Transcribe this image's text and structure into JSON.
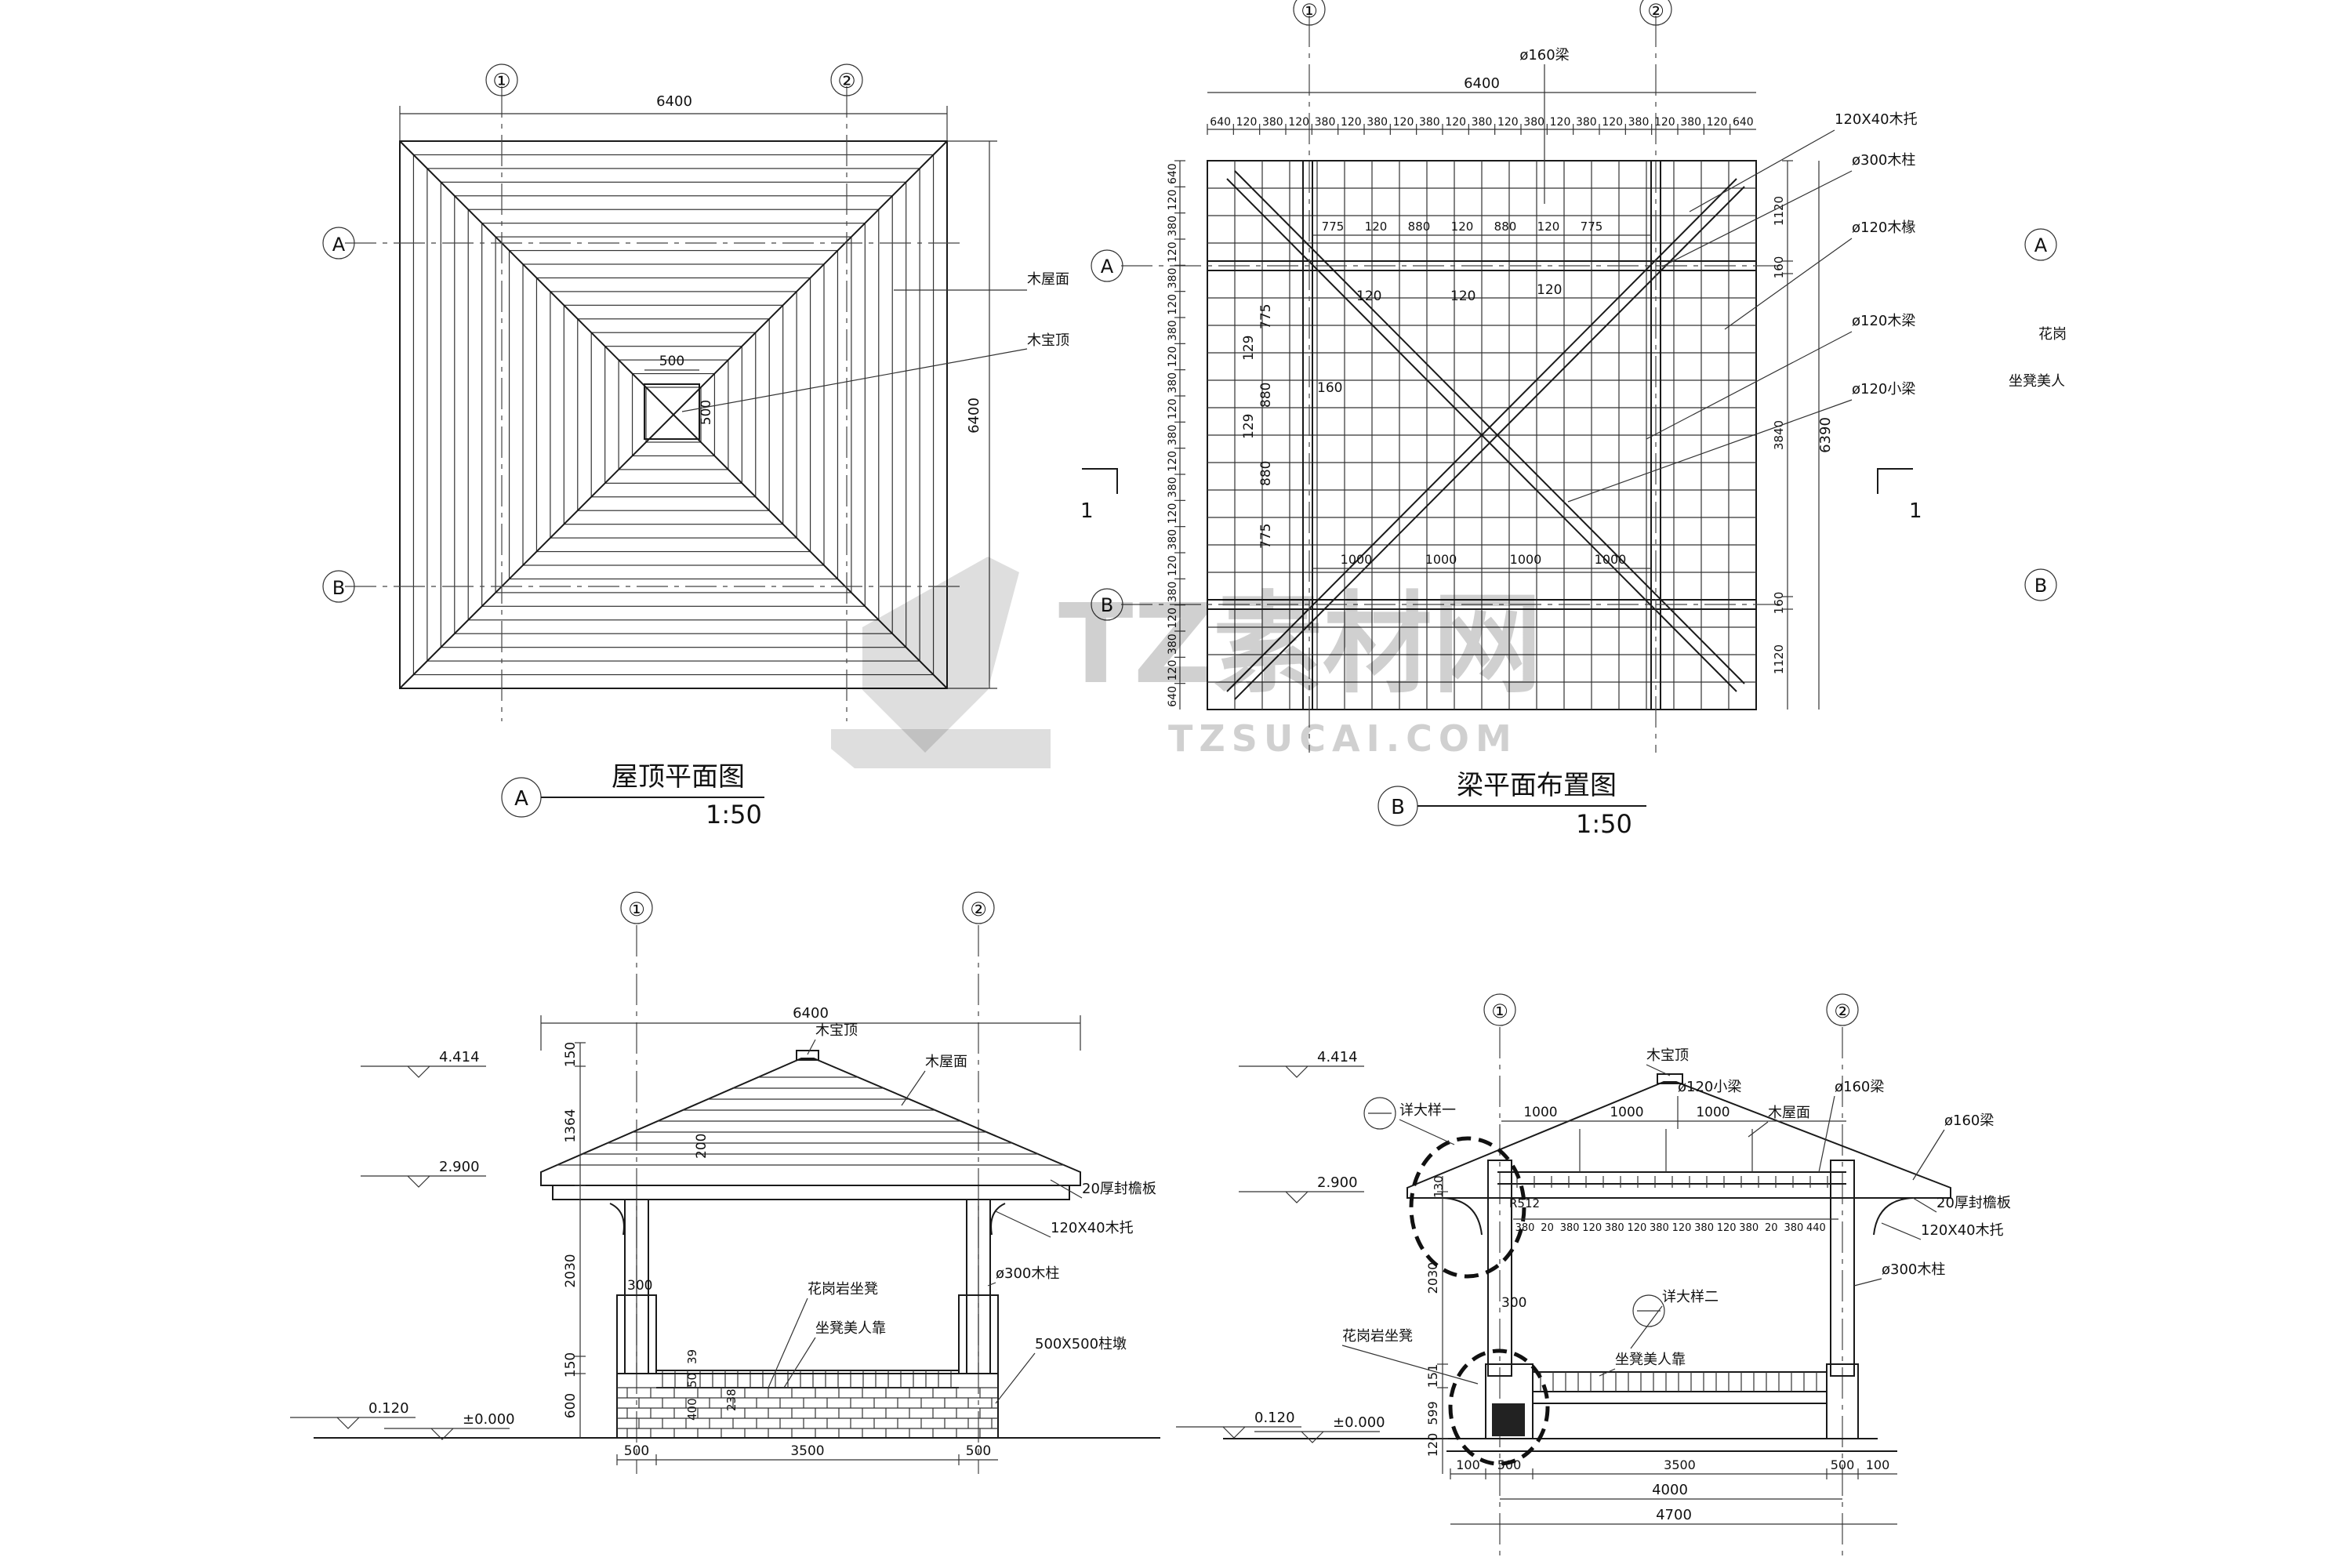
{
  "watermark": {
    "brand": "TZ素材网",
    "url": "TZSUCAI.COM"
  },
  "grid_marks": [
    "①",
    "②",
    "A",
    "B",
    "1"
  ],
  "drawings": {
    "roof_plan": {
      "title": "屋顶平面图",
      "scale": "1:50",
      "badge": "A",
      "dims": {
        "width": "6400",
        "height": "6400",
        "finial": "500",
        "finial_side": "500"
      },
      "labels": {
        "roof": "木屋面",
        "finial": "木宝顶"
      }
    },
    "beam_plan": {
      "title": "梁平面布置图",
      "scale": "1:50",
      "badge": "B",
      "top_overall": "6400",
      "top_chain": [
        "640",
        "120",
        "380",
        "120",
        "380",
        "120",
        "380",
        "120",
        "380",
        "120",
        "380",
        "120",
        "380",
        "120",
        "380",
        "120",
        "380",
        "120",
        "380",
        "120",
        "640"
      ],
      "right_dims": [
        "1120",
        "160",
        "3840",
        "160",
        "1120"
      ],
      "right_total": "6390",
      "row_775": [
        "775",
        "120",
        "880",
        "120",
        "880",
        "120",
        "775"
      ],
      "row_1000": [
        "1000",
        "1000",
        "1000",
        "1000"
      ],
      "misc": [
        "120",
        "160",
        "775",
        "880",
        "129",
        "129"
      ],
      "callouts": [
        "ø160梁",
        "120X40木托",
        "ø300木柱",
        "ø120木椽",
        "ø120木梁",
        "ø120小梁"
      ],
      "right_partial": [
        "花岗",
        "坐凳美人"
      ]
    },
    "elevation": {
      "width": "6400",
      "levels": [
        "4.414",
        "2.900",
        "0.120",
        "±0.000"
      ],
      "left_dims": [
        "150",
        "1364",
        "2030",
        "150",
        "600"
      ],
      "inner_dims": [
        "200",
        "300",
        "400",
        "50",
        "39",
        "238"
      ],
      "bottom_dims": [
        "500",
        "3500",
        "500"
      ],
      "labels": [
        "木宝顶",
        "木屋面",
        "20厚封檐板",
        "120X40木托",
        "ø300木柱",
        "花岗岩坐凳",
        "坐凳美人靠",
        "500X500柱墩"
      ]
    },
    "section": {
      "levels": [
        "4.414",
        "2.900",
        "0.120",
        "±0.000"
      ],
      "beam_dims": [
        "1000",
        "1000",
        "1000"
      ],
      "rafter_dims": [
        "380",
        "20",
        "380",
        "120",
        "380",
        "120",
        "380",
        "120",
        "380",
        "120",
        "380",
        "20",
        "380",
        "440"
      ],
      "left_dims": [
        "2030",
        "151",
        "599",
        "120"
      ],
      "bottom_row": [
        "100",
        "500",
        "3500",
        "500",
        "100"
      ],
      "total_4000": "4000",
      "total_4700": "4700",
      "misc": [
        "300",
        "R512",
        "130"
      ],
      "labels": [
        "木宝顶",
        "ø120小梁",
        "木屋面",
        "ø160梁",
        "ø160梁",
        "20厚封檐板",
        "120X40木托",
        "ø300木柱",
        "详大样一",
        "详大样二",
        "花岗岩坐凳",
        "坐凳美人靠"
      ]
    }
  }
}
